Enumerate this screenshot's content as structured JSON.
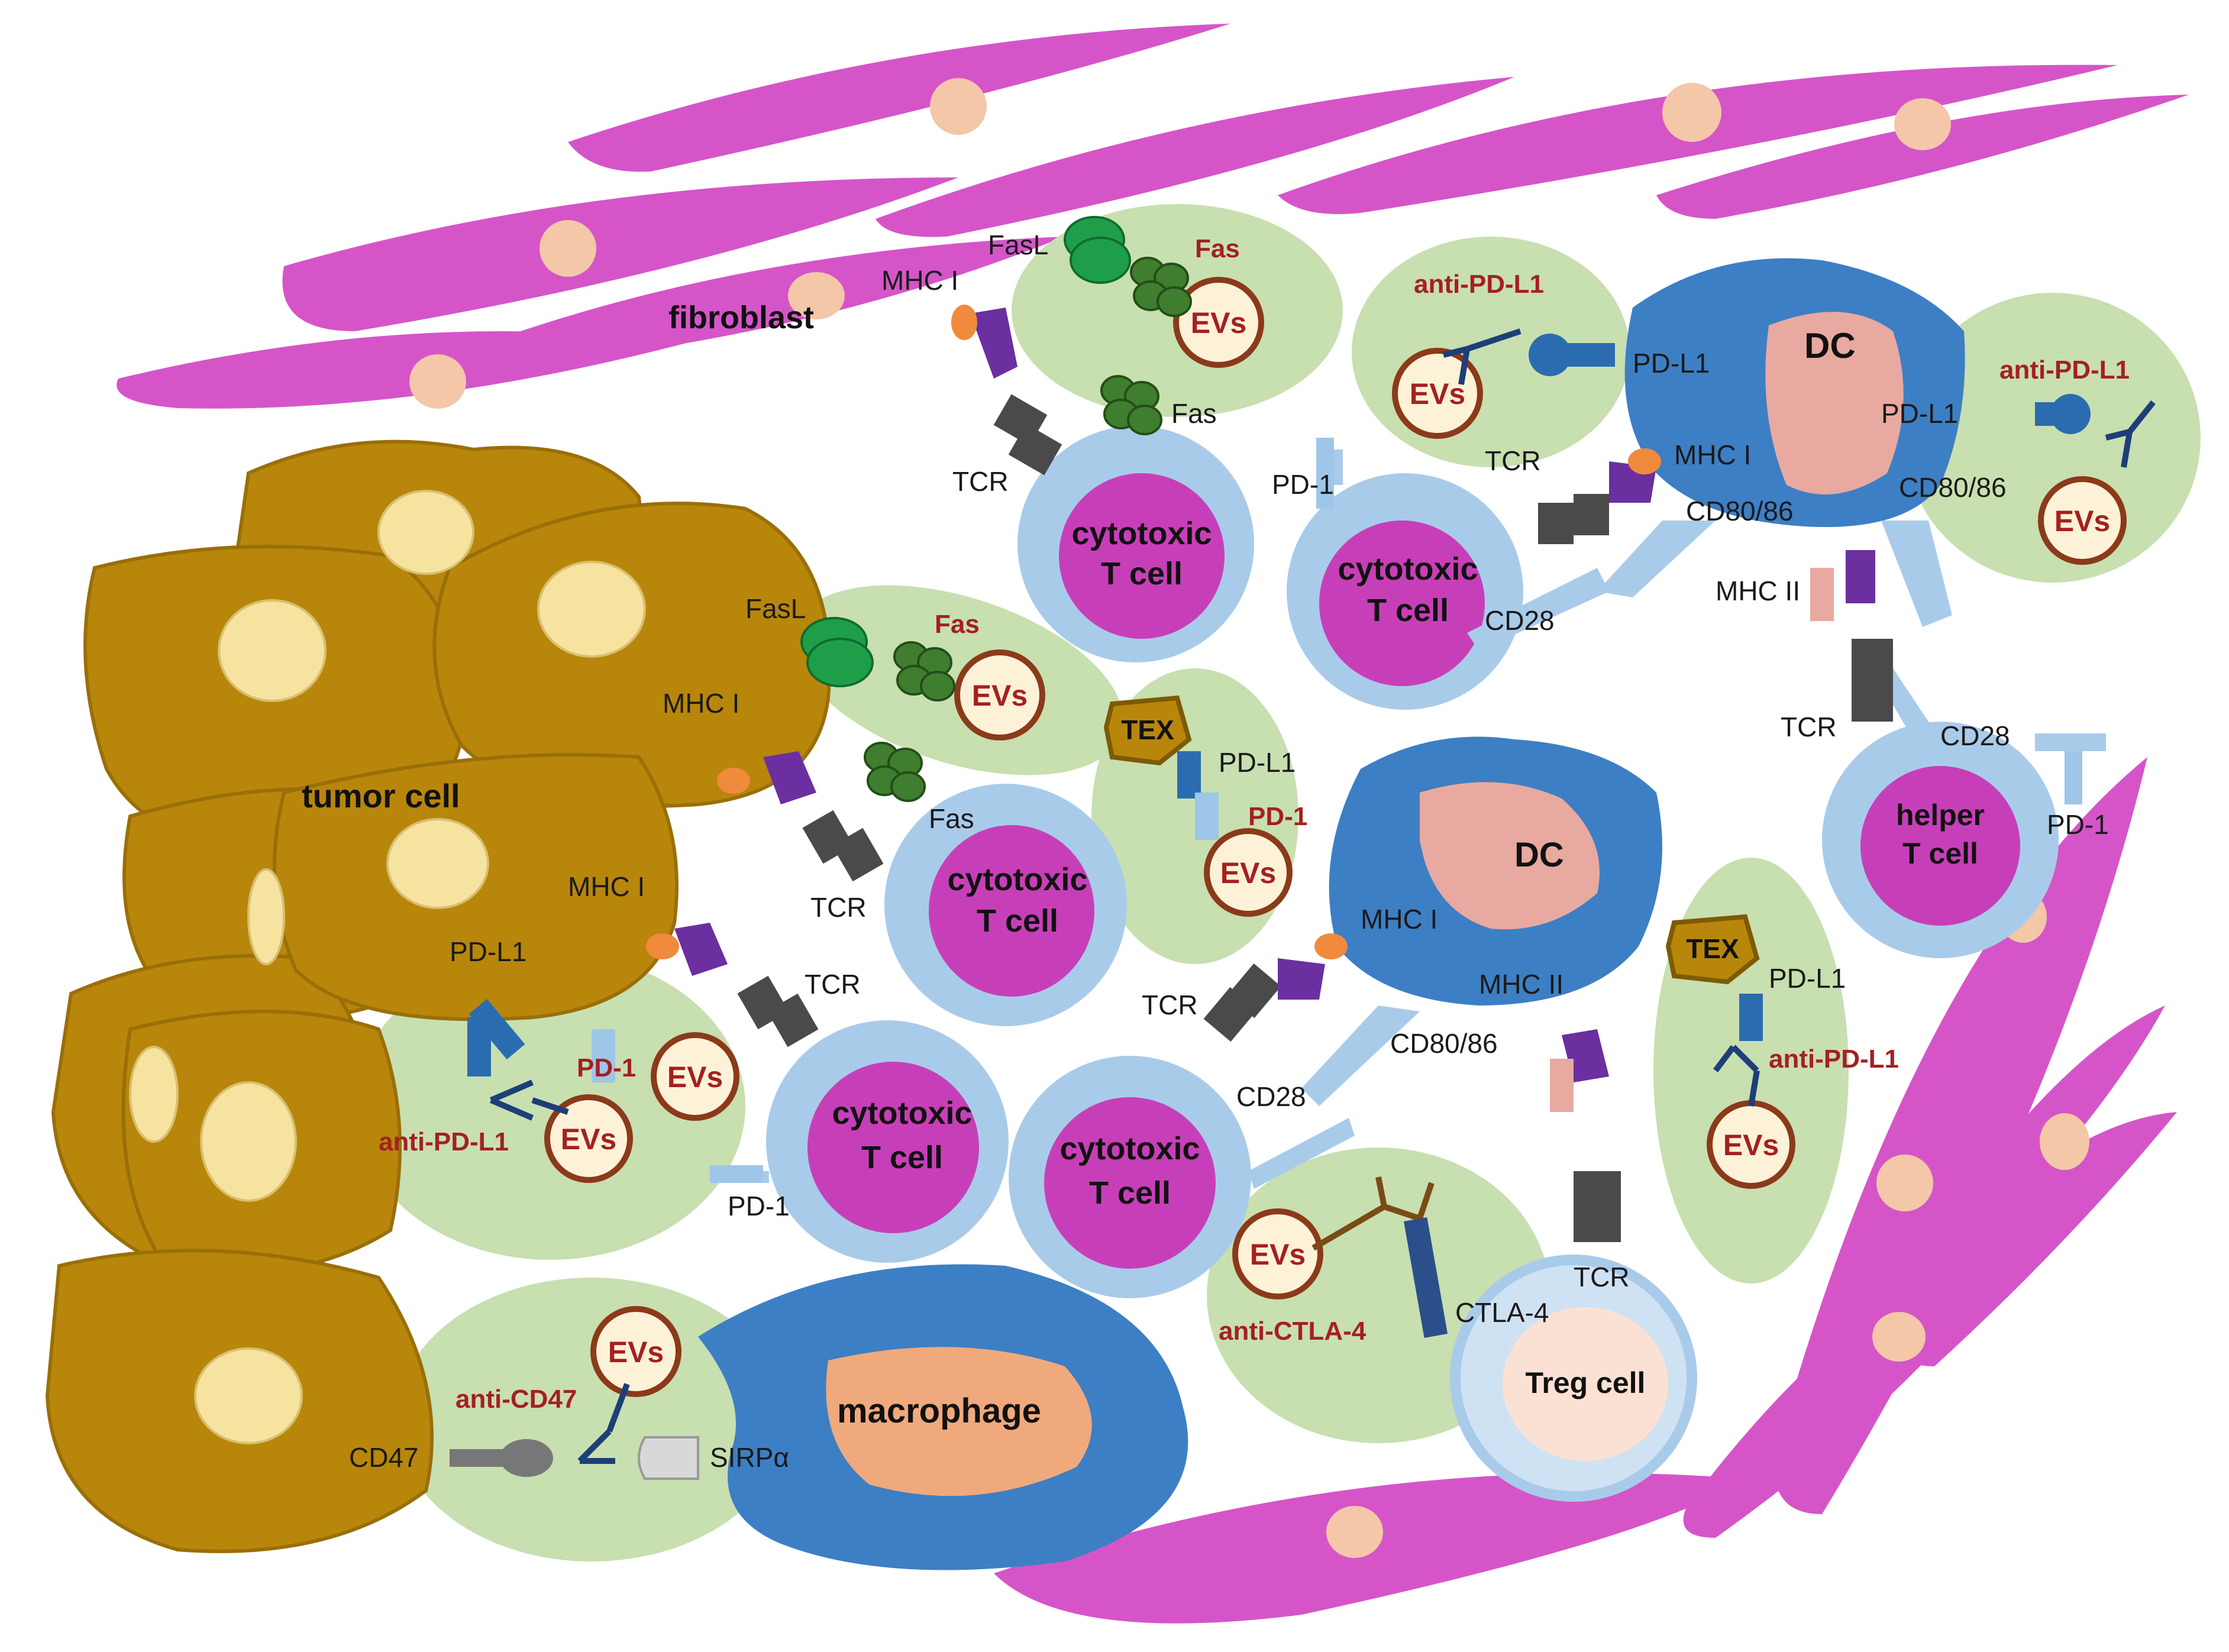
{
  "colors": {
    "fibroblast": "#d555c8",
    "tumor": "#b8860b",
    "dc": "#3d7fc4",
    "tcell_outer": "#a9cbea",
    "tcell_nucleus": "#c73fb8",
    "ev_zone": "#c8dfb0",
    "label_red": "#a52020",
    "fas_green": "#3e7e2e",
    "fasl_green": "#1f9e4a",
    "tcr_gray": "#4a4a4a",
    "mhc_purple": "#6b2fa0",
    "pd1_light": "#9ec6e8",
    "pdl1_blue": "#2b6cb0"
  },
  "labels": {
    "fibroblast": "fibroblast",
    "tumor_cell": "tumor cell",
    "macrophage": "macrophage",
    "treg_cell": "Treg cell",
    "dc": "DC",
    "helper_line1": "helper",
    "helper_line2": "T cell",
    "cytotoxic_line1": "cytotoxic",
    "cytotoxic_line2": "T cell",
    "tex": "TEX",
    "evs": "EVs",
    "fas": "Fas",
    "fasl": "FasL",
    "mhc1": "MHC I",
    "mhc2": "MHC II",
    "tcr": "TCR",
    "pd1": "PD-1",
    "pdl1": "PD-L1",
    "cd28": "CD28",
    "cd8086": "CD80/86",
    "ctla4": "CTLA-4",
    "cd47": "CD47",
    "sirpa": "SIRPα",
    "anti_pdl1": "anti-PD-L1",
    "anti_ctla4": "anti-CTLA-4",
    "anti_cd47": "anti-CD47"
  }
}
